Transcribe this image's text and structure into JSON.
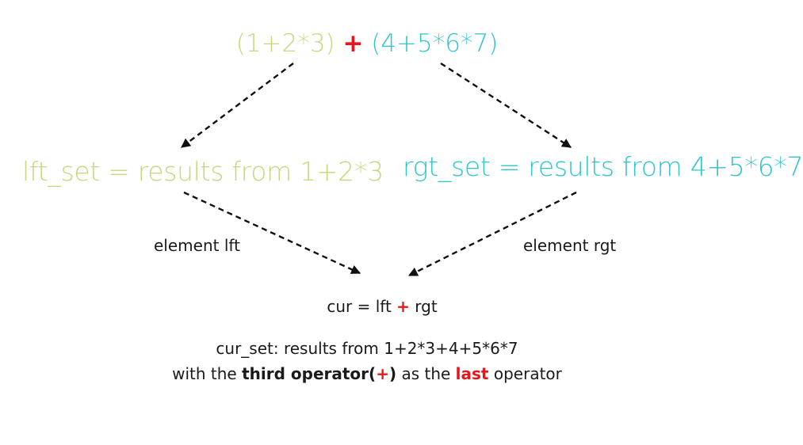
{
  "colors": {
    "left": "#c9d67e",
    "right": "#2ec6cc",
    "operator": "#e8151b",
    "text": "#1a1a1a",
    "arrow": "#111111"
  },
  "top_expression": {
    "left_part": "(1+2*3)",
    "operator": "+",
    "right_part": "(4+5*6*7)"
  },
  "lft_set_label": "lft_set = results from 1+2*3",
  "rgt_set_label": "rgt_set = results from 4+5*6*7",
  "element_lft_label": "element lft",
  "element_rgt_label": "element rgt",
  "cur_equation": {
    "prefix": "cur  = lft ",
    "operator": "+",
    "suffix": " rgt"
  },
  "summary": {
    "line1": "cur_set: results from 1+2*3+4+5*6*7",
    "line2_prefix": "with the ",
    "line2_bold": "third operator(",
    "line2_operator": "+",
    "line2_bold_close": ")",
    "line2_middle": " as the ",
    "line2_last": "last",
    "line2_suffix": " operator"
  }
}
